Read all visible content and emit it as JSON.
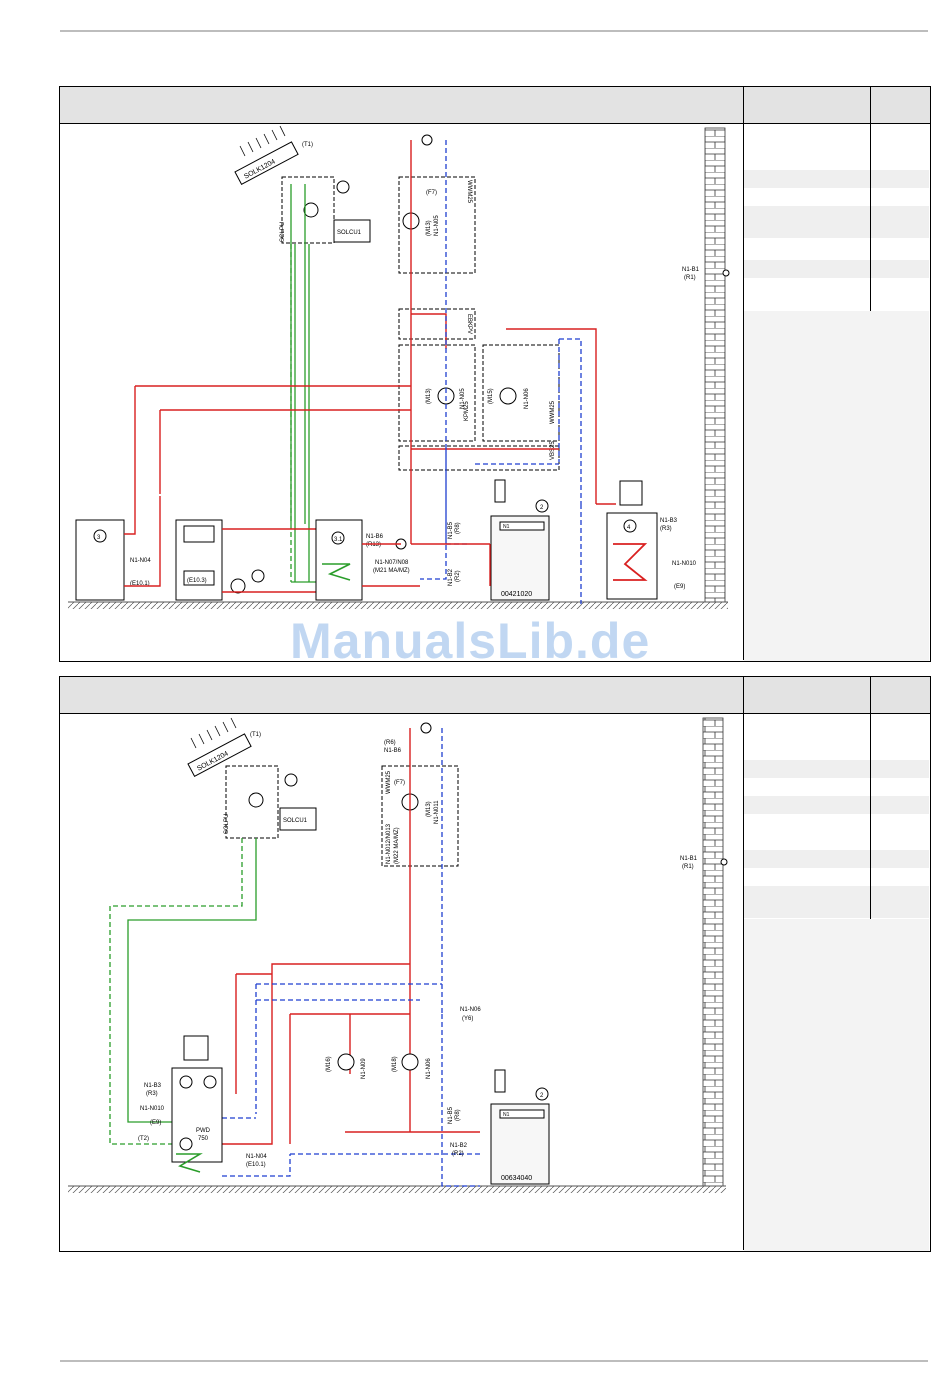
{
  "watermark": "ManualsLib.de",
  "diagram1": {
    "collector": "SOLK1204",
    "collector_sensor": "(T1)",
    "solar_station": "SOLPU",
    "solar_controller": "SOLCU1",
    "dhw_module": "WWM25",
    "dhw_pump_tag": "(M13)",
    "dhw_pump_out": "N1-N05",
    "flow_switch": "(F7)",
    "ebkpv": "EBKPV",
    "heating_pump": "(M13)",
    "heating_pump_out": "N1-N05",
    "heating_module": "KPM25",
    "second_pump": "(M15)",
    "second_pump_out": "N1-N06",
    "second_module": "WWM25",
    "distributor": "VBS25",
    "outdoor_sensor": "N1-B1",
    "outdoor_sensor_code": "(R1)",
    "tank3": "3",
    "tank3_valve": "N1-N04",
    "tank3_valve_code": "(E10.1)",
    "boiler_code": "(E10.3)",
    "buffer": "3.1",
    "buffer_sensor": "N1-B6",
    "buffer_sensor_code": "(R13)",
    "mixer": "N1-N07/N08",
    "mixer_code": "(M21 MA/MZ)",
    "b5": "N1-B5",
    "b5_code": "(R8)",
    "b2": "N1-B2",
    "b2_code": "(R2)",
    "heatpump": "2",
    "heatpump_code": "00421020",
    "heatpump_panel": "N1",
    "dhw_tank": "4",
    "dhw_sensor": "N1-B3",
    "dhw_sensor_code": "(R3)",
    "dhw_heater": "N1-N010",
    "dhw_heater_code": "(E9)"
  },
  "diagram2": {
    "collector": "SOLK1204",
    "collector_sensor": "(T1)",
    "solar_station": "SOLPU",
    "solar_controller": "SOLCU1",
    "b6_code": "(R6)",
    "b6": "N1-B6",
    "module": "WWM25",
    "flow_switch": "(F7)",
    "pump": "(M13)",
    "pump_out": "N1-N011",
    "mixer": "N1-N012/N013",
    "mixer_code": "(M22 MA/MZ)",
    "outdoor_sensor": "N1-B1",
    "outdoor_sensor_code": "(R1)",
    "valve": "N1-N06",
    "valve_code": "(Y6)",
    "pump_a": "(M16)",
    "pump_a_out": "N1-N09",
    "pump_b": "(M18)",
    "pump_b_out": "N1-N06",
    "b3": "N1-B3",
    "b3_code": "(R3)",
    "n010": "N1-N010",
    "n010_code": "(E9)",
    "t2": "(T2)",
    "tank": "PWD",
    "tank_size": "750",
    "n04": "N1-N04",
    "n04_code": "(E10.1)",
    "b5": "N1-B5",
    "b5_code": "(R8)",
    "b2": "N1-B2",
    "b2_code": "(R2)",
    "heatpump": "2",
    "heatpump_code": "00634040",
    "heatpump_panel": "N1"
  }
}
